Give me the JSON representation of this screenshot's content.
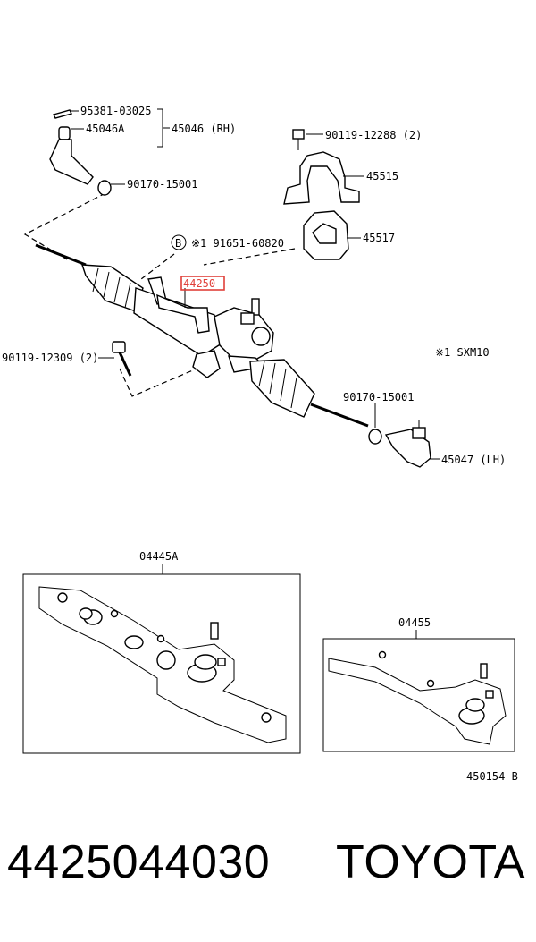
{
  "labels": {
    "l95381": "95381-03025",
    "l45046A": "45046A",
    "l45046": "45046 (RH)",
    "l90170a": "90170-15001",
    "l90119a": "90119-12288 (2)",
    "l45515": "45515",
    "l45517": "45517",
    "lB": "B",
    "l91651": "※1 91651-60820",
    "l44250": "44250",
    "l90119b": "90119-12309 (2)",
    "lsxm": "※1  SXM10",
    "l90170b": "90170-15001",
    "l45047": "45047 (LH)",
    "l04445A": "04445A",
    "l04455": "04455",
    "lref": "450154-B"
  },
  "highlight_color": "#e0403a",
  "caption": {
    "part_number": "4425044030",
    "brand": "TOYOTA"
  }
}
